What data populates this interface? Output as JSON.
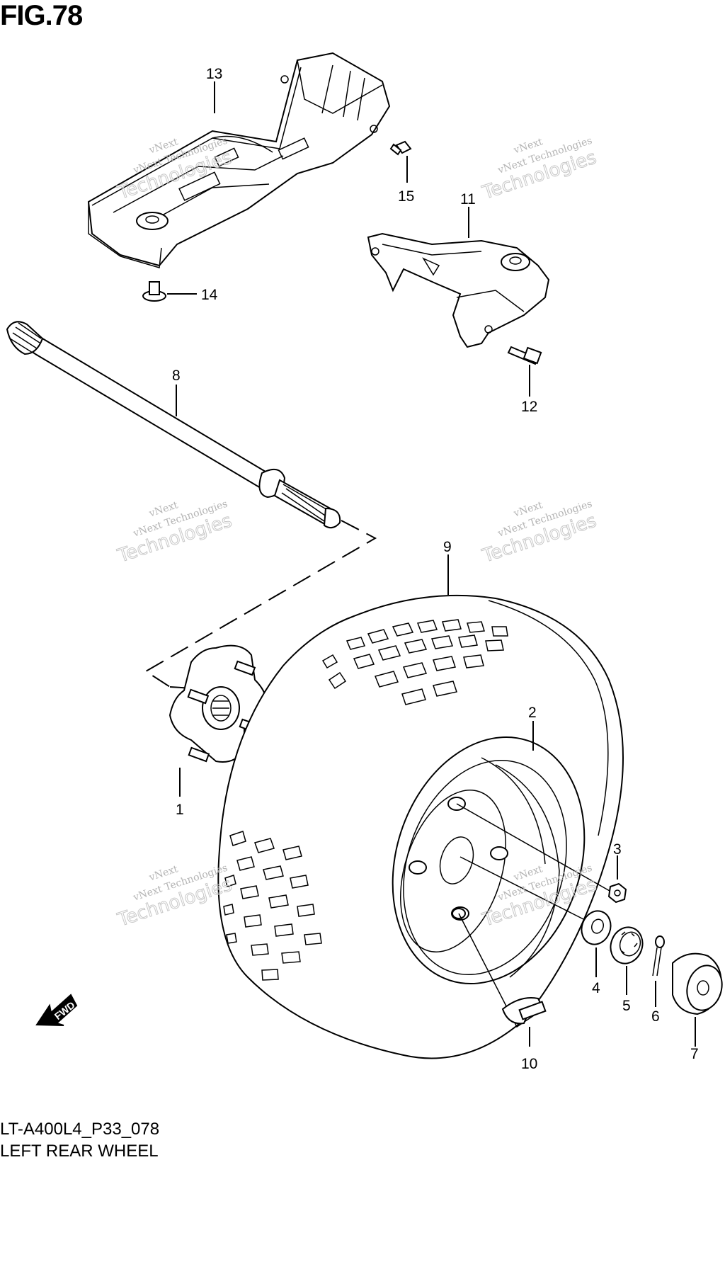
{
  "figure": {
    "title": "FIG.78",
    "code": "LT-A400L4_P33_078",
    "name": "LEFT REAR WHEEL"
  },
  "callouts": [
    "1",
    "2",
    "3",
    "4",
    "5",
    "6",
    "7",
    "8",
    "9",
    "10",
    "11",
    "12",
    "13",
    "14",
    "15"
  ],
  "watermark": {
    "line1": "vNext",
    "line2": "vNext Technologies",
    "line3": "Technologies"
  },
  "direction_label": "FWD"
}
